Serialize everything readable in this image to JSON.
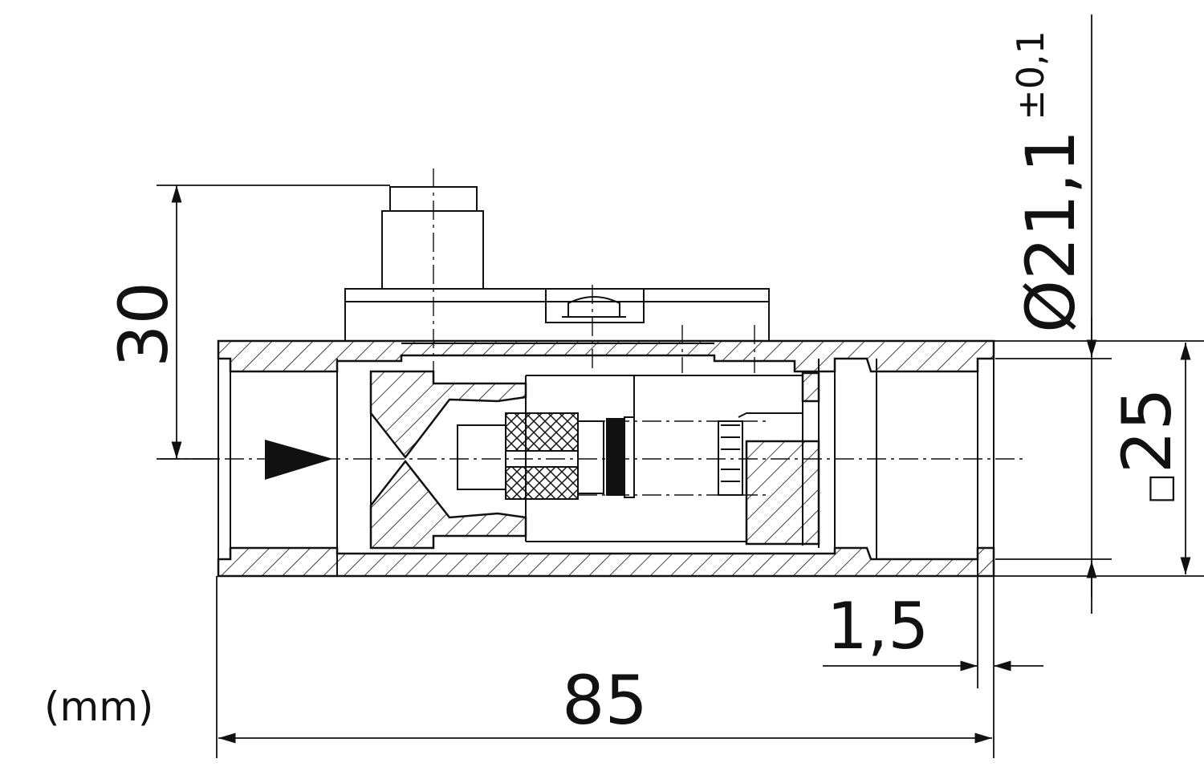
{
  "unit_label": "(mm)",
  "dimensions": {
    "height": "30",
    "length": "85",
    "wall": "1,5",
    "square_prefix": "□",
    "square_value": "25",
    "diameter": "Ø21,1",
    "tolerance": "±0,1"
  },
  "colors": {
    "line": "#111111",
    "background": "#ffffff"
  }
}
